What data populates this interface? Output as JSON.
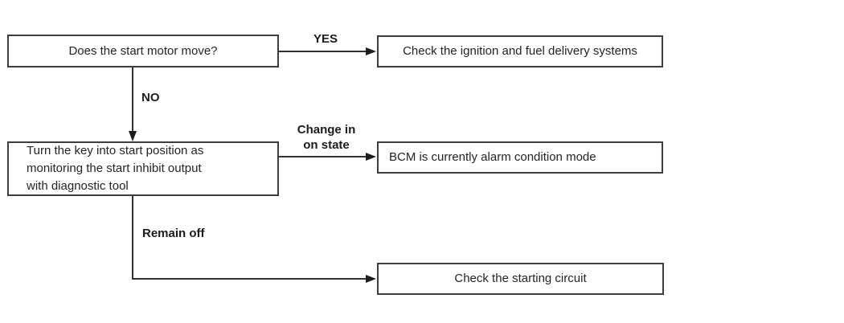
{
  "diagram": {
    "type": "flowchart",
    "description": "Start motor diagnostic flowchart",
    "nodes": {
      "start_motor": {
        "text": "Does the start motor move?"
      },
      "ignition": {
        "text": "Check the ignition and fuel delivery systems"
      },
      "key_turn": {
        "lines": [
          "Turn the key into start position as",
          "monitoring the start inhibit output",
          "with diagnostic tool"
        ]
      },
      "bcm": {
        "text": "BCM is currently alarm condition mode"
      },
      "starting_circuit": {
        "text": "Check the starting circuit"
      }
    },
    "edge_labels": {
      "yes": "YES",
      "no": "NO",
      "change_line1": "Change in",
      "change_line2": "on state",
      "remain_off": "Remain off"
    },
    "colors": {
      "background": "#ffffff",
      "box_border": "#3d3d3d",
      "line": "#333333",
      "text": "#242424"
    }
  }
}
